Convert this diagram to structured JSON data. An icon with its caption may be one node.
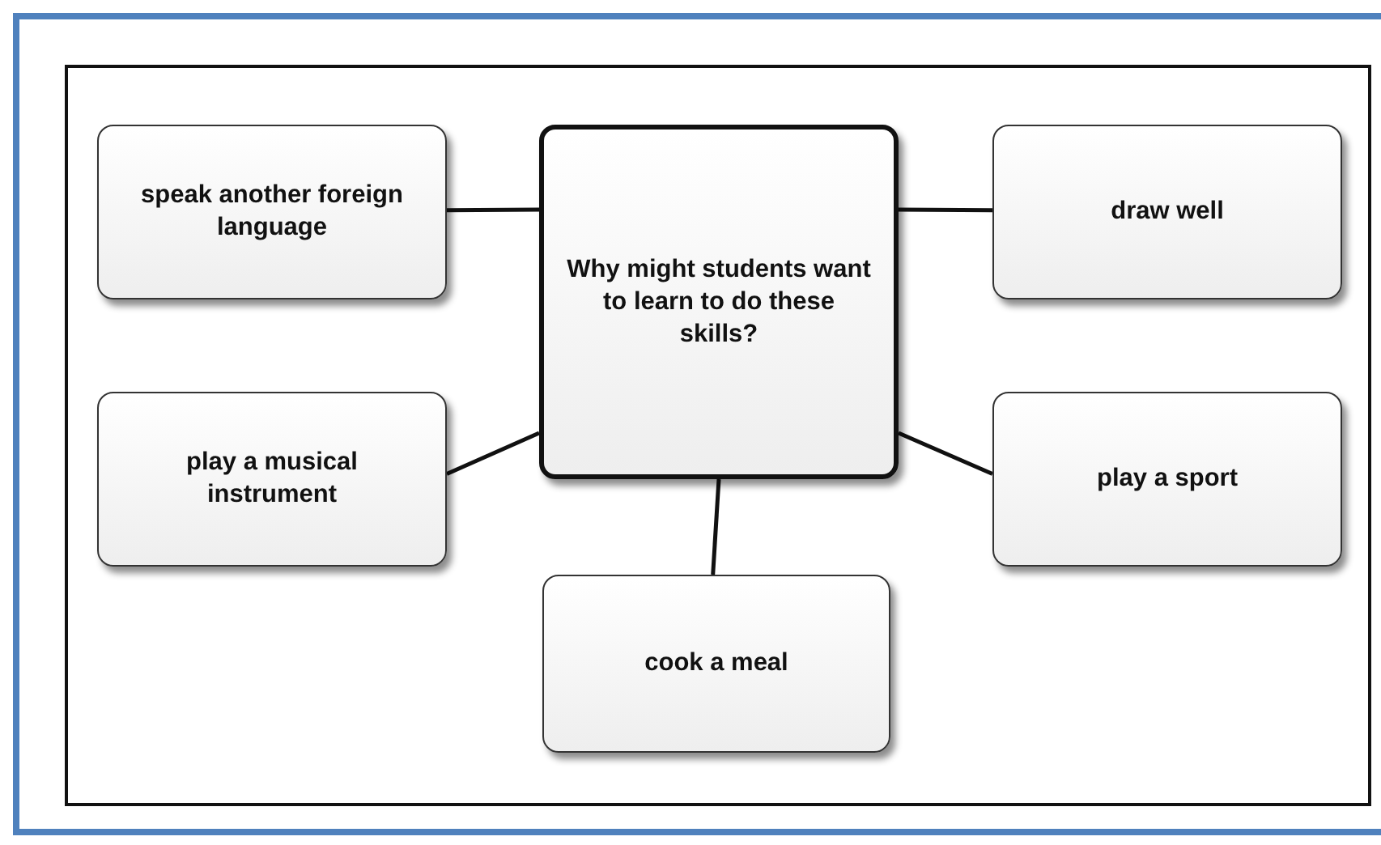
{
  "diagram": {
    "nodes": [
      {
        "text": [
          "speak another foreign language"
        ]
      },
      {
        "text": [
          "Why might students want to learn to do these skills?"
        ]
      },
      {
        "text": [
          "draw well"
        ]
      },
      {
        "text": [
          "play a musical instrument"
        ]
      },
      {
        "text": [
          "play a sport"
        ]
      },
      {
        "text": [
          "cook a meal"
        ]
      }
    ],
    "edges": [
      {
        "from": 1,
        "to": 0,
        "arrow": "none"
      },
      {
        "from": 1,
        "to": 2,
        "arrow": "none"
      },
      {
        "from": 1,
        "to": 3,
        "arrow": "none"
      },
      {
        "from": 1,
        "to": 4,
        "arrow": "none"
      },
      {
        "from": 1,
        "to": 5,
        "arrow": "none"
      }
    ]
  }
}
